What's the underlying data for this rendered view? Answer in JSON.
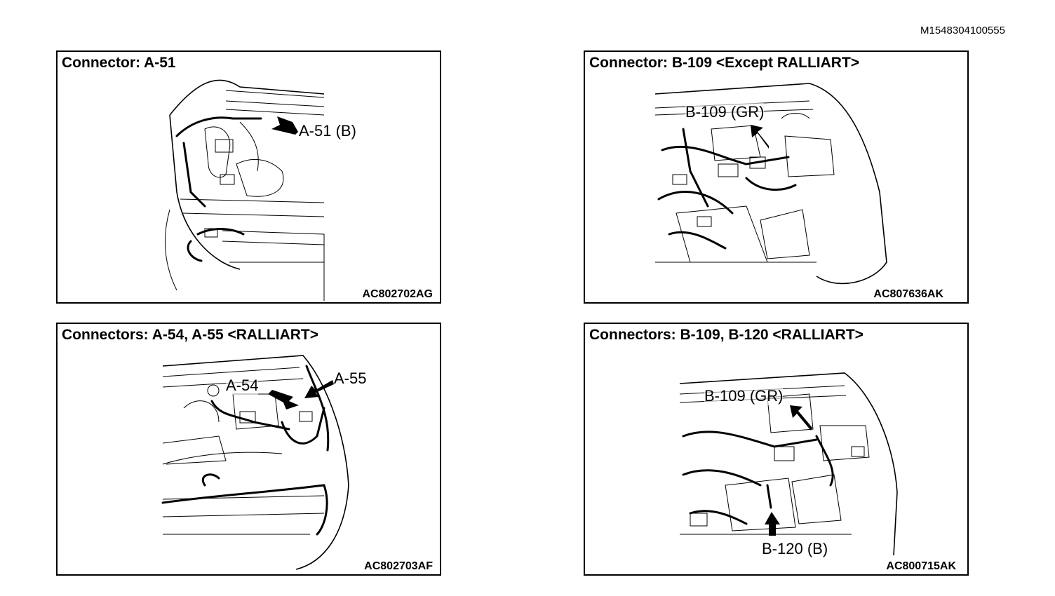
{
  "document_id": "M1548304100555",
  "panels": [
    {
      "title": "Connector: A-51",
      "code": "AC802702AG",
      "callouts": [
        "A-51 (B)"
      ]
    },
    {
      "title": "Connector: B-109 <Except RALLIART>",
      "code": "AC807636AK",
      "callouts": [
        "B-109 (GR)"
      ]
    },
    {
      "title": "Connectors: A-54, A-55 <RALLIART>",
      "code": "AC802703AF",
      "callouts": [
        "A-54",
        "A-55"
      ]
    },
    {
      "title": "Connectors: B-109, B-120 <RALLIART>",
      "code": "AC800715AK",
      "callouts": [
        "B-109 (GR)",
        "B-120 (B)"
      ]
    }
  ]
}
